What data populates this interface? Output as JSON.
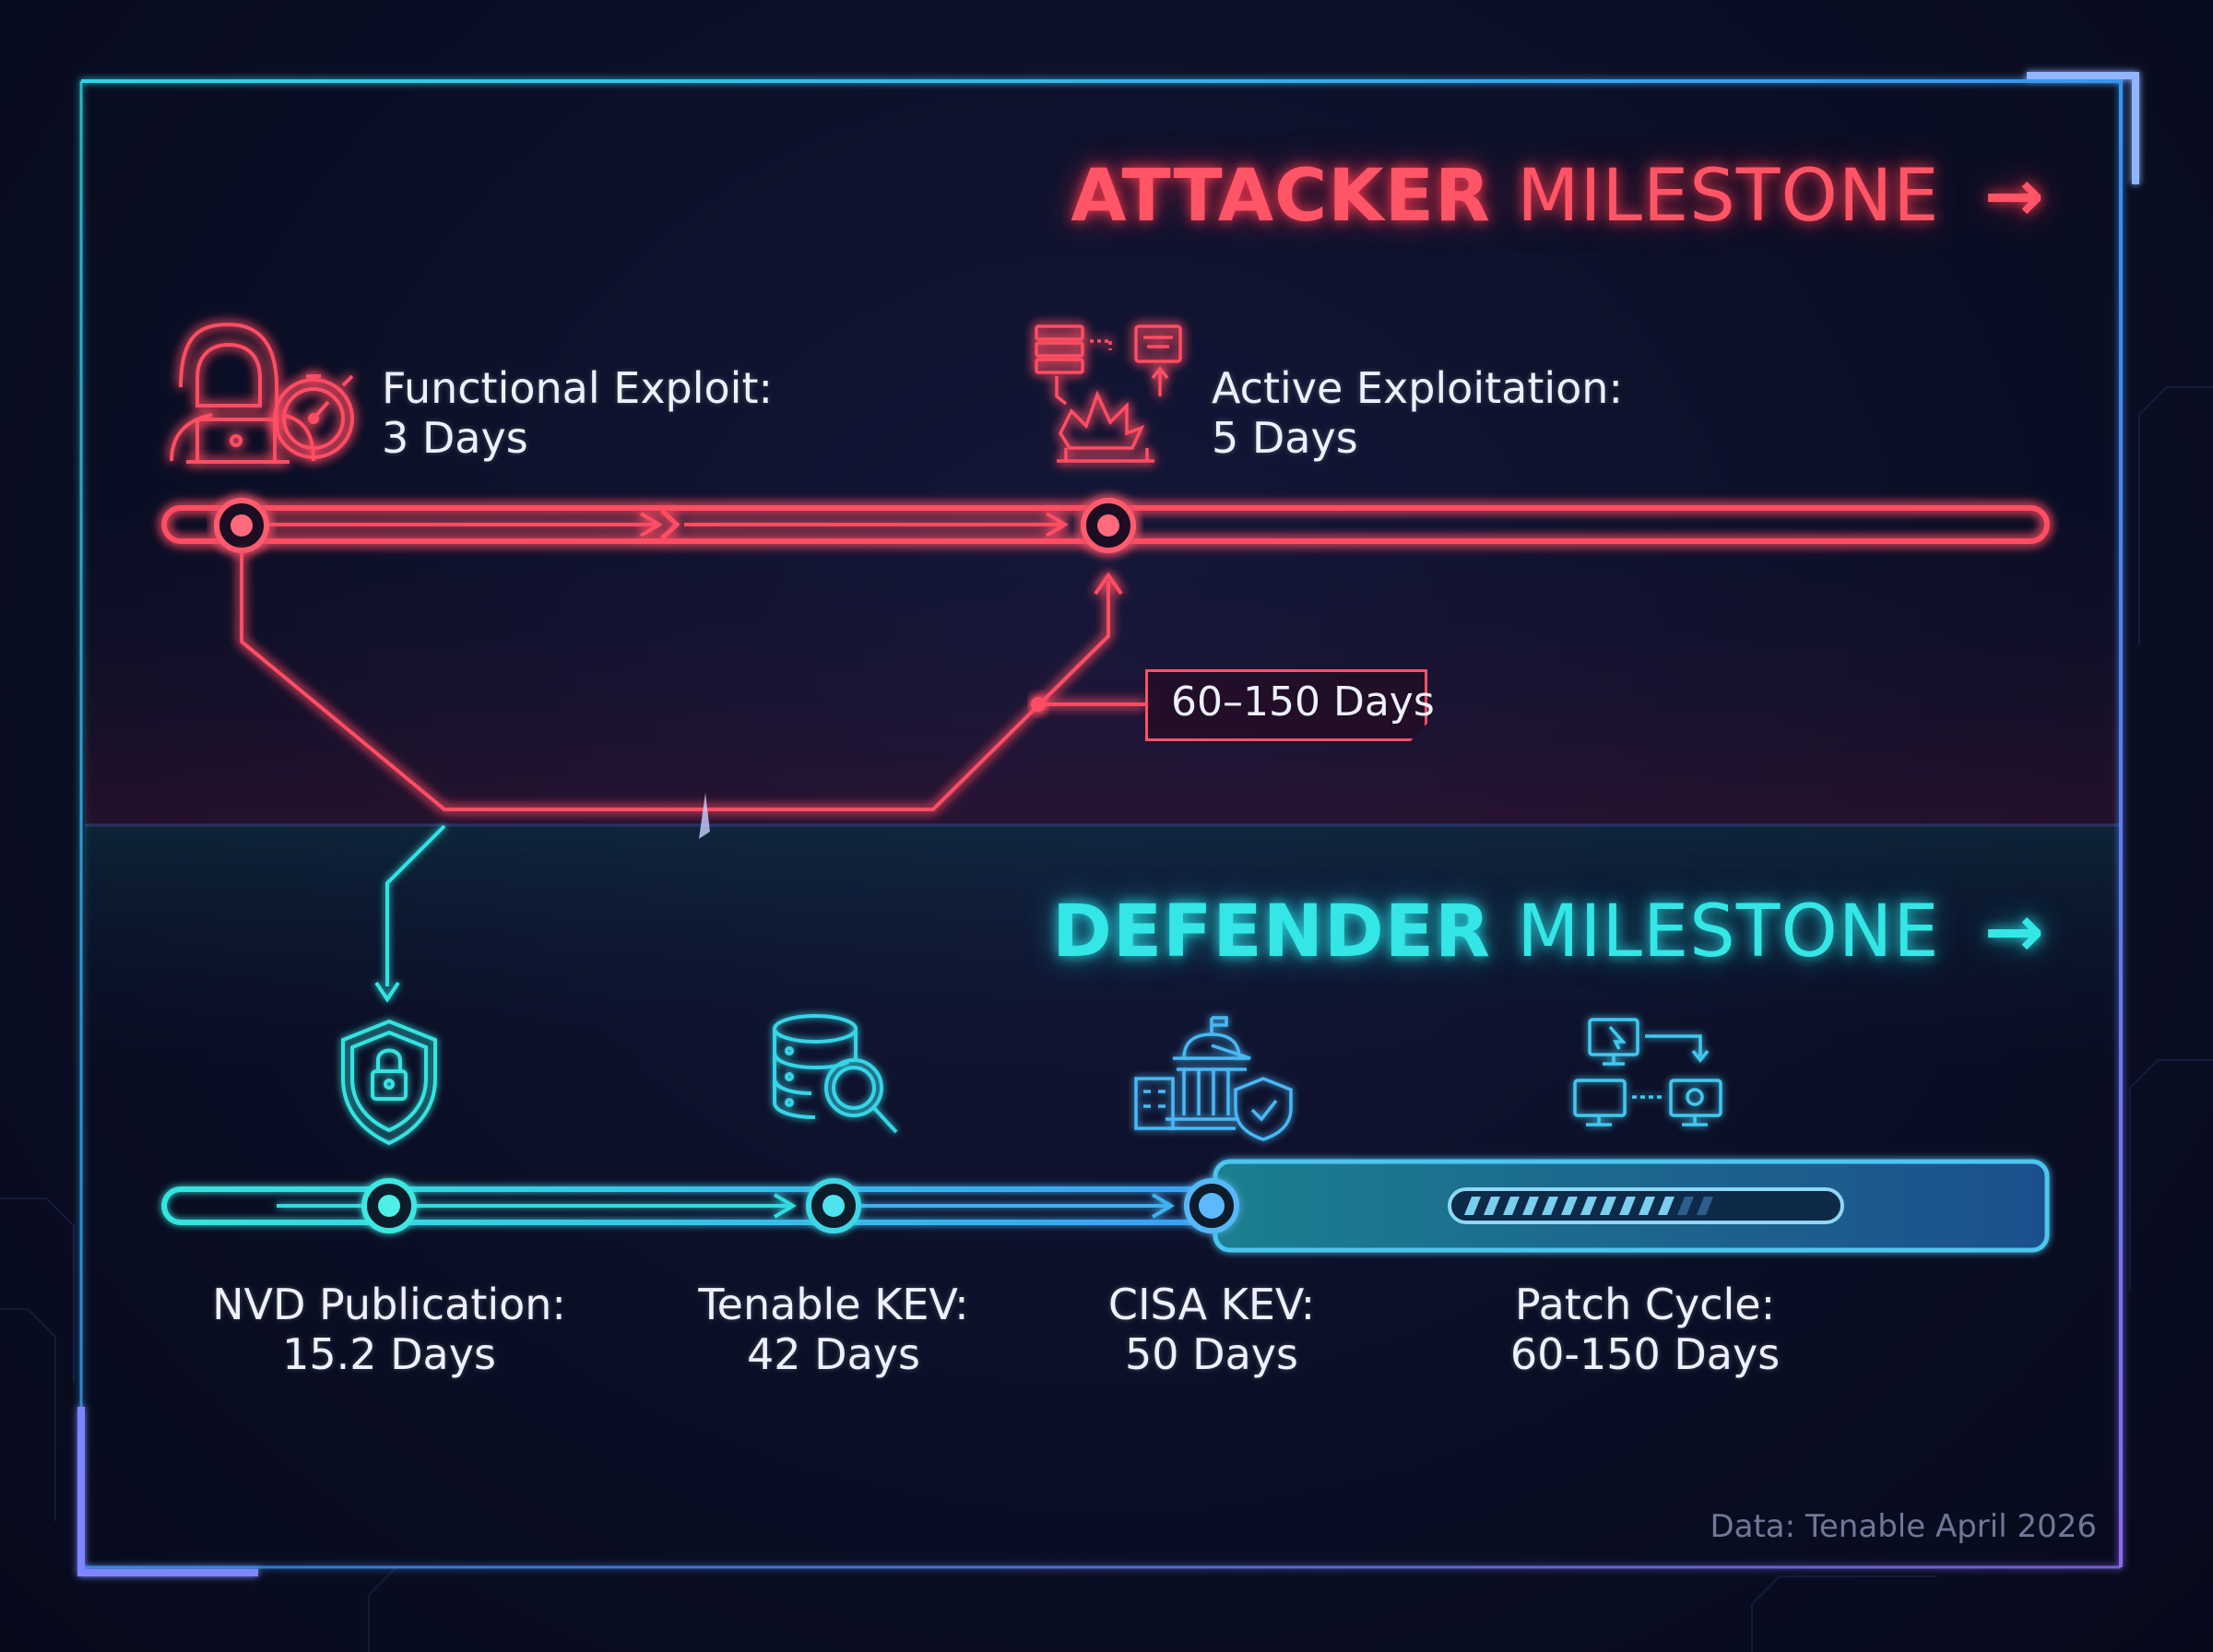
{
  "attacker": {
    "heading_bold": "ATTACKER",
    "heading_light": "MILESTONE",
    "milestones": [
      {
        "label": "Functional Exploit:",
        "value": "3 Days"
      },
      {
        "label": "Active Exploitation:",
        "value": "5 Days"
      }
    ],
    "gap_callout": "60–150 Days"
  },
  "defender": {
    "heading_bold": "DEFENDER",
    "heading_light": "MILESTONE",
    "milestones": [
      {
        "label": "NVD Publication:",
        "value": "15.2 Days"
      },
      {
        "label": "Tenable KEV:",
        "value": "42 Days"
      },
      {
        "label": "CISA KEV:",
        "value": "50 Days"
      },
      {
        "label": "Patch Cycle:",
        "value": "60-150 Days"
      }
    ]
  },
  "icons": {
    "hacker": "hacker-hooded-laptop-icon",
    "stopwatch": "stopwatch-icon",
    "exploit": "server-explosion-icon",
    "shield": "shield-lock-icon",
    "database": "database-search-icon",
    "government": "government-building-shield-icon",
    "patch": "computers-network-patch-icon"
  },
  "colors": {
    "attacker": "#ff4d63",
    "defender": "#30e3e3",
    "defender_blue": "#4aa8ff",
    "background": "#0b0f26"
  },
  "source": "Data: Tenable April 2026"
}
